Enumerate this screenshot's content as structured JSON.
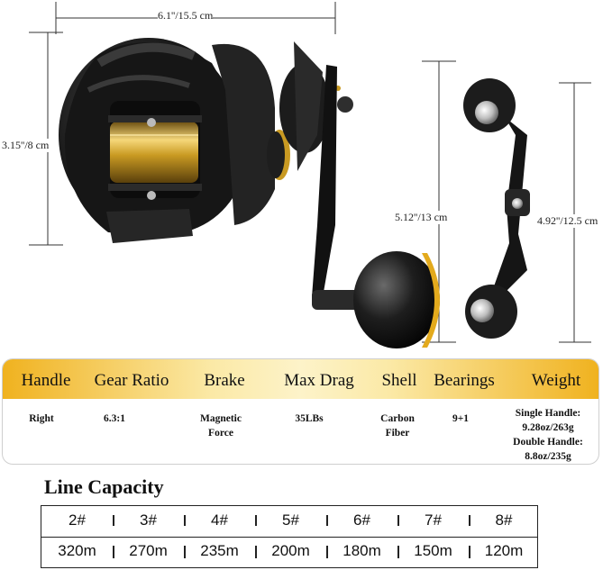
{
  "dimensions": {
    "width_label": "6.1''/15.5 cm",
    "height_label": "3.15''/8 cm",
    "handle_length_label": "5.12''/13 cm",
    "double_handle_label": "4.92''/12.5 cm"
  },
  "specs": {
    "headers": [
      "Handle",
      "Gear Ratio",
      "Brake",
      "Max Drag",
      "Shell",
      "Bearings",
      "Weight"
    ],
    "values": [
      [
        "Right"
      ],
      [
        "6.3:1"
      ],
      [
        "Magnetic",
        "Force"
      ],
      [
        "35LBs"
      ],
      [
        "Carbon",
        "Fiber"
      ],
      [
        "9+1"
      ],
      [
        "Single Handle:",
        "9.28oz/263g",
        "Double Handle:",
        "8.8oz/235g"
      ]
    ]
  },
  "line_capacity": {
    "title": "Line Capacity",
    "sizes": [
      "2#",
      "3#",
      "4#",
      "5#",
      "6#",
      "7#",
      "8#"
    ],
    "capacities": [
      "320m",
      "270m",
      "235m",
      "200m",
      "180m",
      "150m",
      "120m"
    ]
  },
  "colors": {
    "accent_gold": "#f0b21f",
    "reel_black": "#1a1a1a",
    "spool_gold": "#c99a22"
  }
}
